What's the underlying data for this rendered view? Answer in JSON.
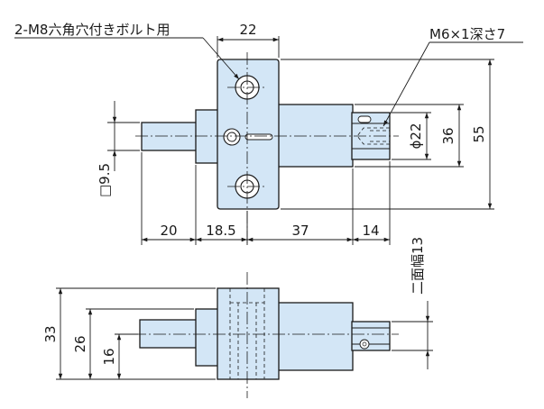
{
  "callouts": {
    "bolt_hole": "2-M8六角穴付きボルト用",
    "tap_hole": "M6×1深さ7"
  },
  "dimensions": {
    "top_width": "22",
    "shaft_dia": "ϕ22",
    "height_36": "36",
    "height_55": "55",
    "square": "□9.5",
    "len_20": "20",
    "len_18_5": "18.5",
    "len_37": "37",
    "len_14": "14",
    "across_flats": "二面幅13",
    "side_33": "33",
    "side_26": "26",
    "side_16": "16"
  }
}
